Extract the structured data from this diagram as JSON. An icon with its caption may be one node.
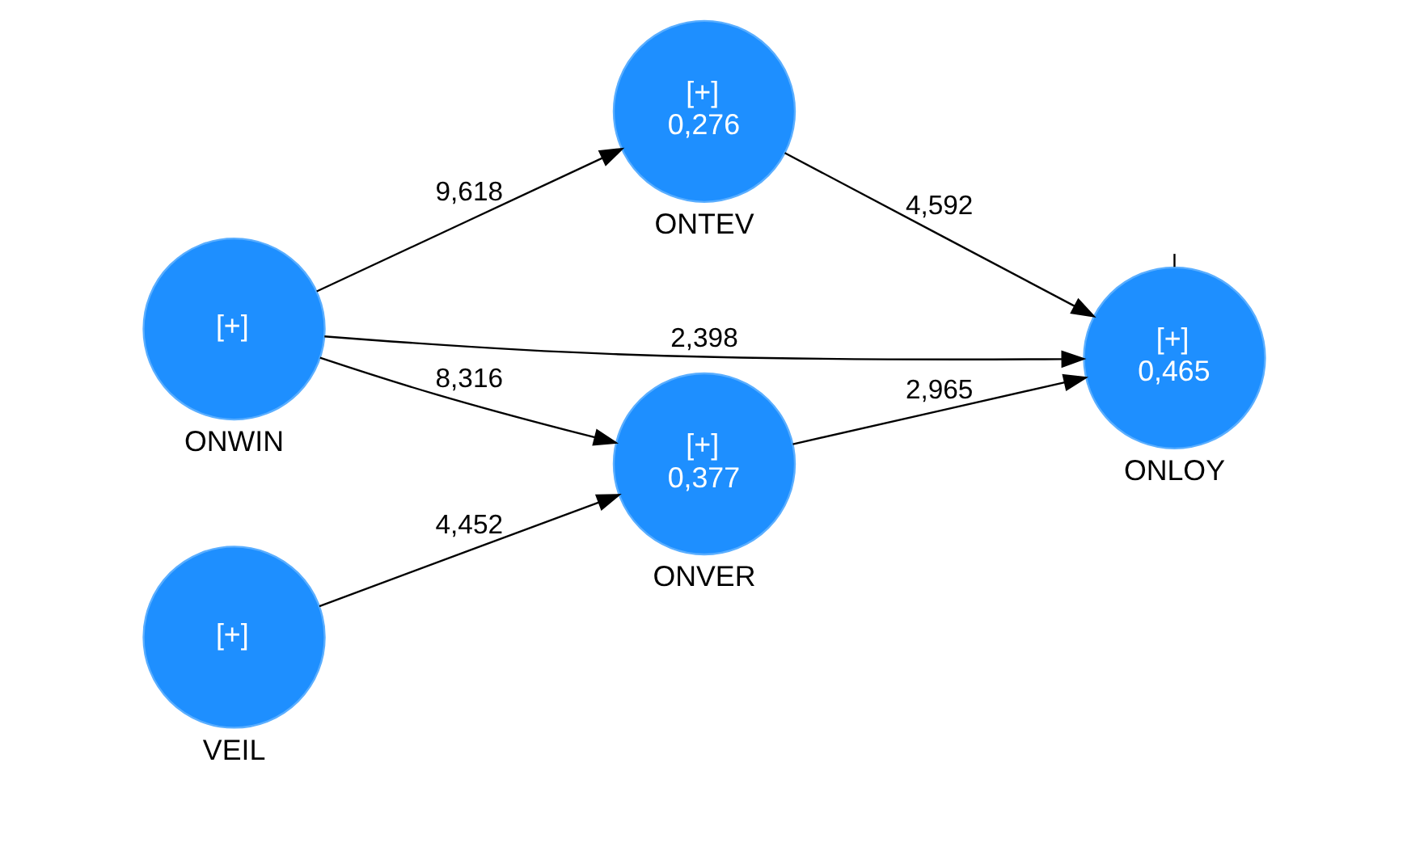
{
  "diagram": {
    "nodes": [
      {
        "text": [
          "[+]",
          "0,276"
        ],
        "beside": [
          "ONTEV"
        ]
      },
      {
        "text": [
          "[+]"
        ],
        "beside": [
          "ONWIN"
        ]
      },
      {
        "text": [
          "[+]",
          "0,465"
        ],
        "beside": [
          "ONLOY"
        ]
      },
      {
        "text": [
          "[+]",
          "0,377"
        ],
        "beside": [
          "ONVER"
        ]
      },
      {
        "text": [
          "[+]"
        ],
        "beside": [
          "VEIL"
        ]
      }
    ],
    "edges": [
      {
        "from": 1,
        "to": 0,
        "arrow": "to",
        "label": "9,618"
      },
      {
        "from": 0,
        "to": 2,
        "arrow": "to",
        "label": "4,592"
      },
      {
        "from": 1,
        "to": 2,
        "arrow": "to",
        "label": "2,398"
      },
      {
        "from": 1,
        "to": 3,
        "arrow": "to",
        "label": "8,316"
      },
      {
        "from": 3,
        "to": 2,
        "arrow": "to",
        "label": "2,965"
      },
      {
        "from": 4,
        "to": 3,
        "arrow": "to",
        "label": "4,452"
      },
      {
        "from": 2,
        "to": null,
        "arrow": "none"
      }
    ]
  }
}
